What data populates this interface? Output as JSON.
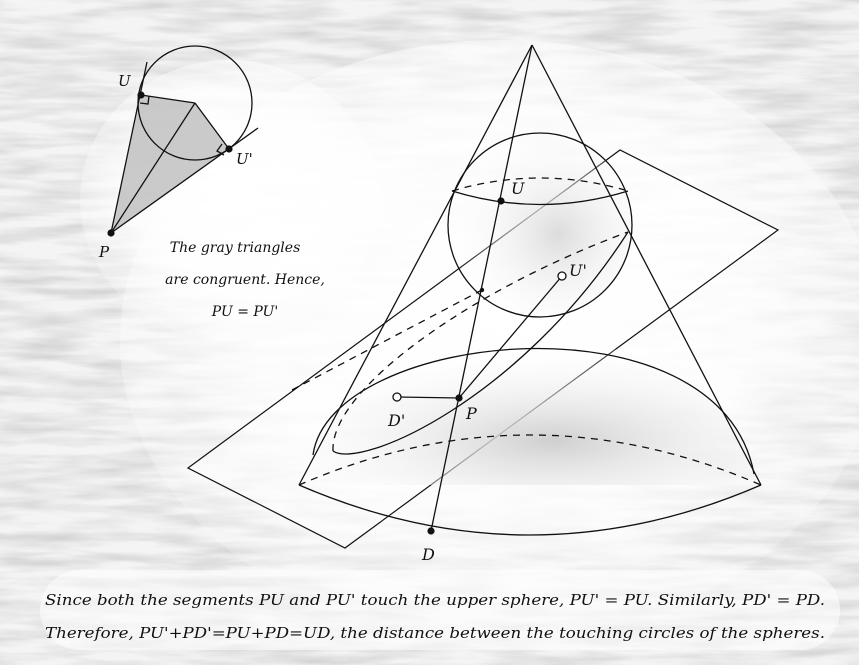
{
  "inset": {
    "labels": {
      "u": "U",
      "u_prime": "U'",
      "p": "P"
    },
    "note_lines": [
      "The gray triangles",
      "are congruent. Hence,",
      "PU = PU'"
    ]
  },
  "main": {
    "labels": {
      "u": "U",
      "u_prime": "U'",
      "p": "P",
      "d_prime": "D'",
      "d": "D"
    }
  },
  "caption": {
    "line1": "Since both the segments PU and PU' touch the upper sphere, PU' = PU. Similarly, PD' = PD.",
    "line2": "Therefore, PU'+PD'=PU+PD=UD, the distance between the touching circles of the spheres."
  },
  "colors": {
    "background": "#eeeeee",
    "ink": "#111111",
    "shade": "#b8b8b8"
  }
}
